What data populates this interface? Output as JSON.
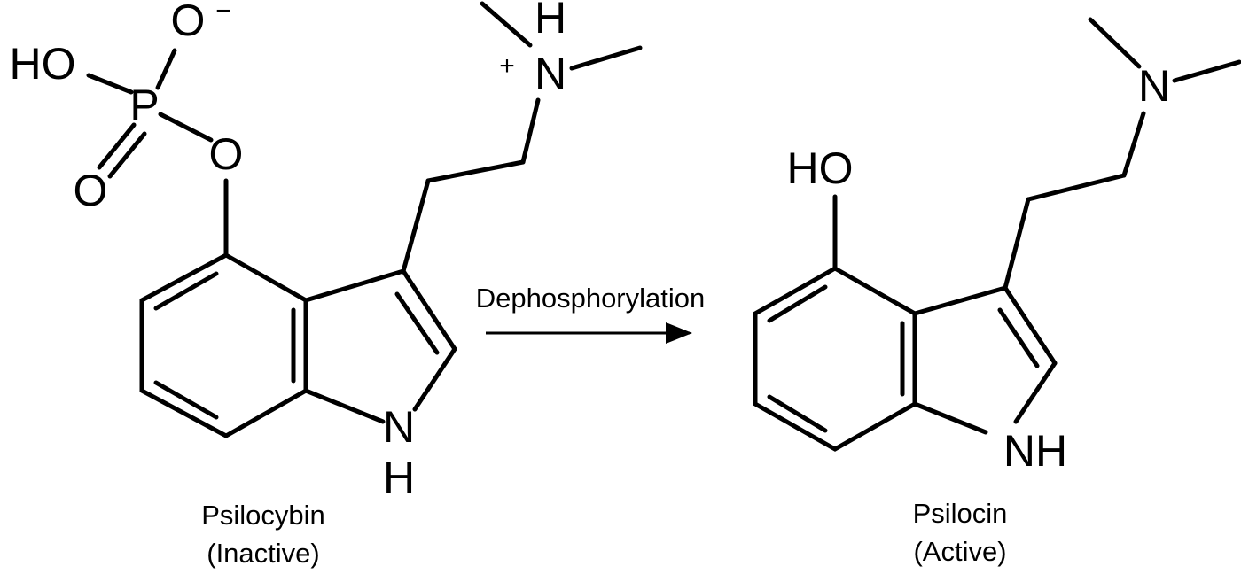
{
  "reaction": {
    "arrow_label": "Dephosphorylation",
    "reactant": {
      "name": "Psilocybin",
      "status": "(Inactive)",
      "atoms": {
        "ho": "HO",
        "o_minus": "O",
        "o_minus_charge": "−",
        "p": "P",
        "o_double": "O",
        "o_ester": "O",
        "n_plus": "N",
        "n_plus_charge": "+",
        "n_h": "H",
        "nh_n": "N",
        "nh_h": "H"
      }
    },
    "product": {
      "name": "Psilocin",
      "status": "(Active)",
      "atoms": {
        "ho": "HO",
        "n": "N",
        "nh": "NH"
      }
    }
  }
}
